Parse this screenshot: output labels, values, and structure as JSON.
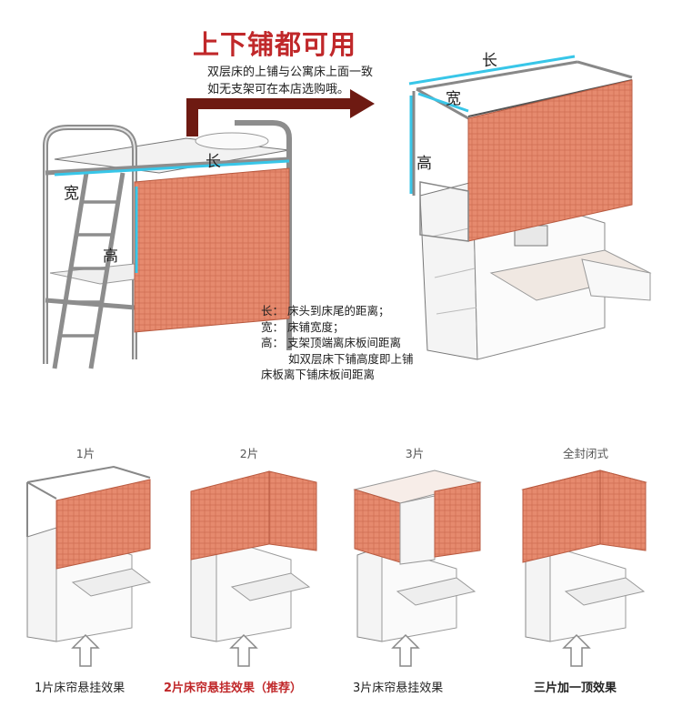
{
  "header": {
    "title": "上下铺都可用",
    "subtitle_line1": "双层床的上铺与公寓床上面一致",
    "subtitle_line2": "如无支架可在本店选购哦。"
  },
  "diagram_labels": {
    "length": "长",
    "width": "宽",
    "height": "高"
  },
  "definitions": {
    "line1": "长：  床头到床尾的距离；",
    "line2": "宽：  床铺宽度；",
    "line3": "高：  支架顶端离床板间距离",
    "line4": "如双层床下铺高度即上铺",
    "line5": "床板离下铺床板间距离"
  },
  "variants": [
    {
      "label": "1片",
      "caption": "1片床帘悬挂效果"
    },
    {
      "label": "2片",
      "caption": "2片床帘悬挂效果（推荐）"
    },
    {
      "label": "3片",
      "caption": "3片床帘悬挂效果"
    },
    {
      "label": "全封闭式",
      "caption": "三片加一顶效果"
    }
  ],
  "colors": {
    "title_red": "#c0282a",
    "curtain": "#e68a6e",
    "curtain_dark": "#c8654a",
    "measure_cyan": "#38c6e8",
    "arrow_dark": "#6e1a12"
  }
}
